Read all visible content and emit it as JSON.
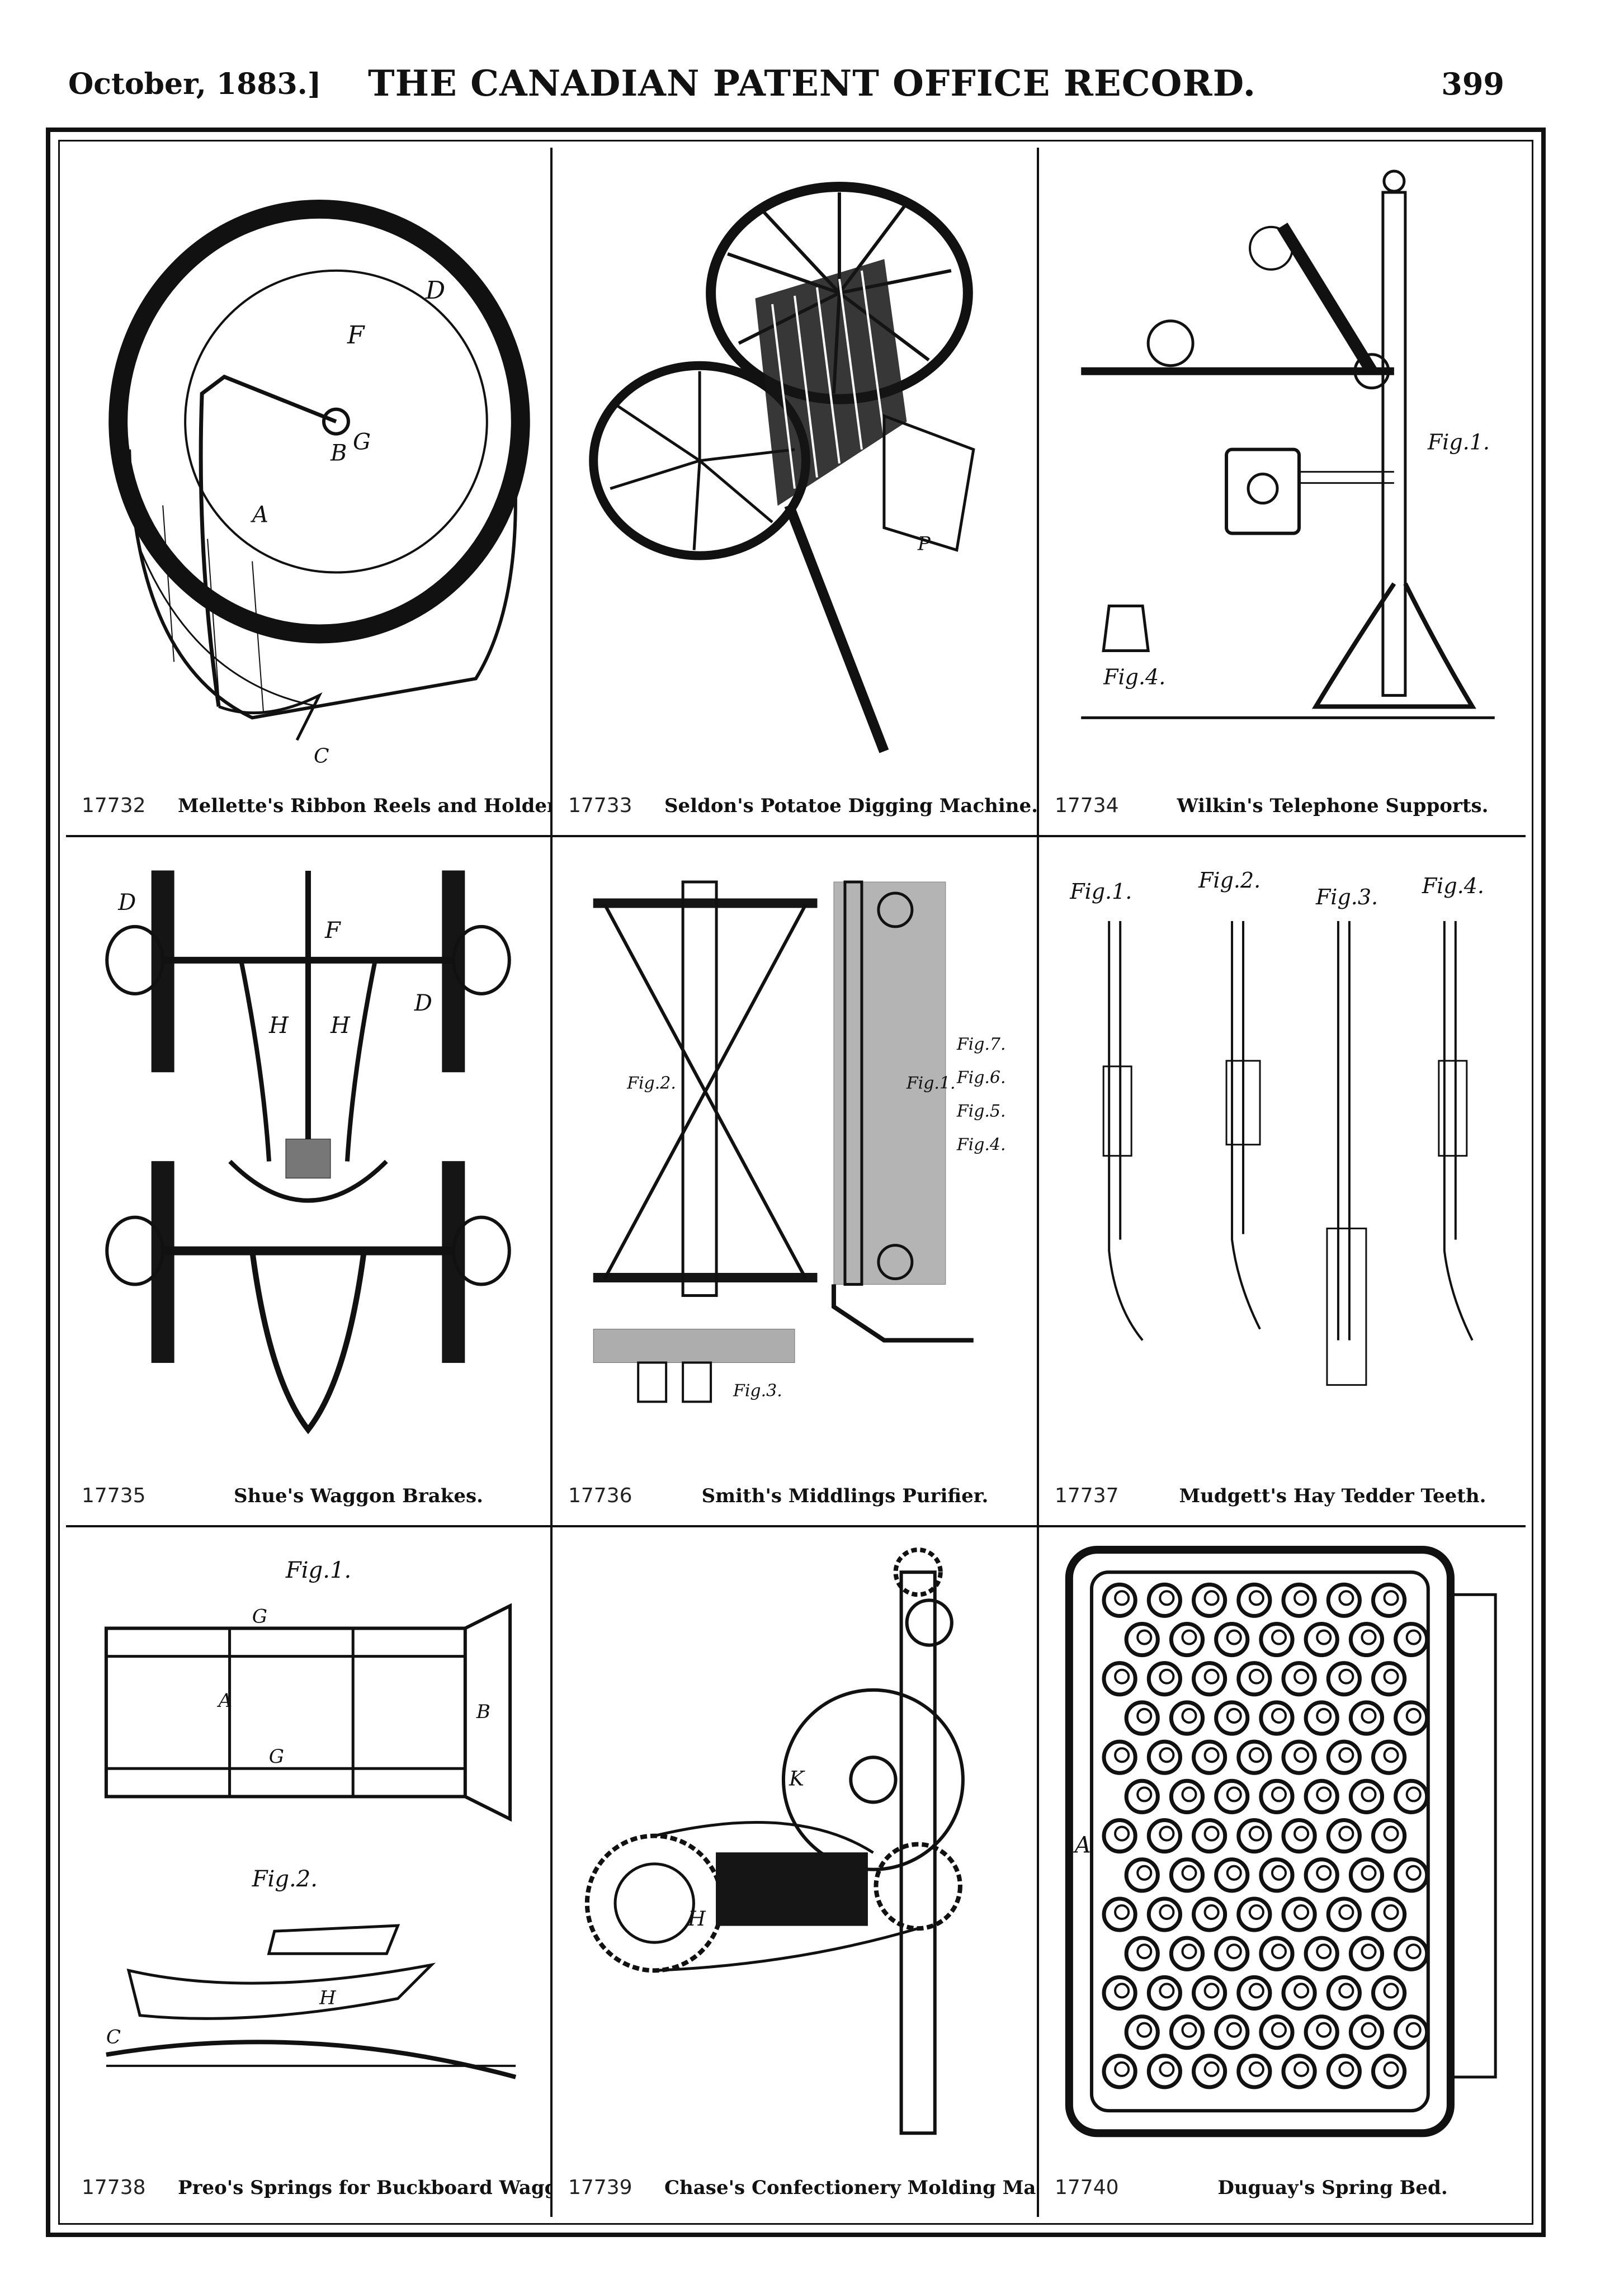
{
  "header": {
    "date": "October, 1883.]",
    "title": "THE CANADIAN PATENT OFFICE RECORD.",
    "page_number": "399"
  },
  "patents": [
    {
      "number": "17732",
      "title": "Mellette's Ribbon Reels and Holder."
    },
    {
      "number": "17733",
      "title": "Seldon's Potatoe Digging Machine."
    },
    {
      "number": "17734",
      "title": "Wilkin's Telephone Supports."
    },
    {
      "number": "17735",
      "title": "Shue's Waggon Brakes."
    },
    {
      "number": "17736",
      "title": "Smith's Middlings Purifier."
    },
    {
      "number": "17737",
      "title": "Mudgett's Hay Tedder Teeth."
    },
    {
      "number": "17738",
      "title": "Preo's Springs for Buckboard Waggons."
    },
    {
      "number": "17739",
      "title": "Chase's Confectionery Molding Machine."
    },
    {
      "number": "17740",
      "title": "Duguay's Spring Bed."
    }
  ],
  "figure_labels": {
    "wilkin": {
      "fig1": "Fig.1.",
      "fig4": "Fig.4."
    },
    "smith": {
      "fig1": "Fig.1.",
      "fig2": "Fig.2.",
      "fig3": "Fig.3.",
      "fig4": "Fig.4.",
      "fig5": "Fig.5.",
      "fig6": "Fig.6.",
      "fig7": "Fig.7."
    },
    "mudgett": {
      "fig1": "Fig.1.",
      "fig2": "Fig.2.",
      "fig3": "Fig.3.",
      "fig4": "Fig.4."
    },
    "preo": {
      "fig1": "Fig.1.",
      "fig2": "Fig.2."
    }
  }
}
